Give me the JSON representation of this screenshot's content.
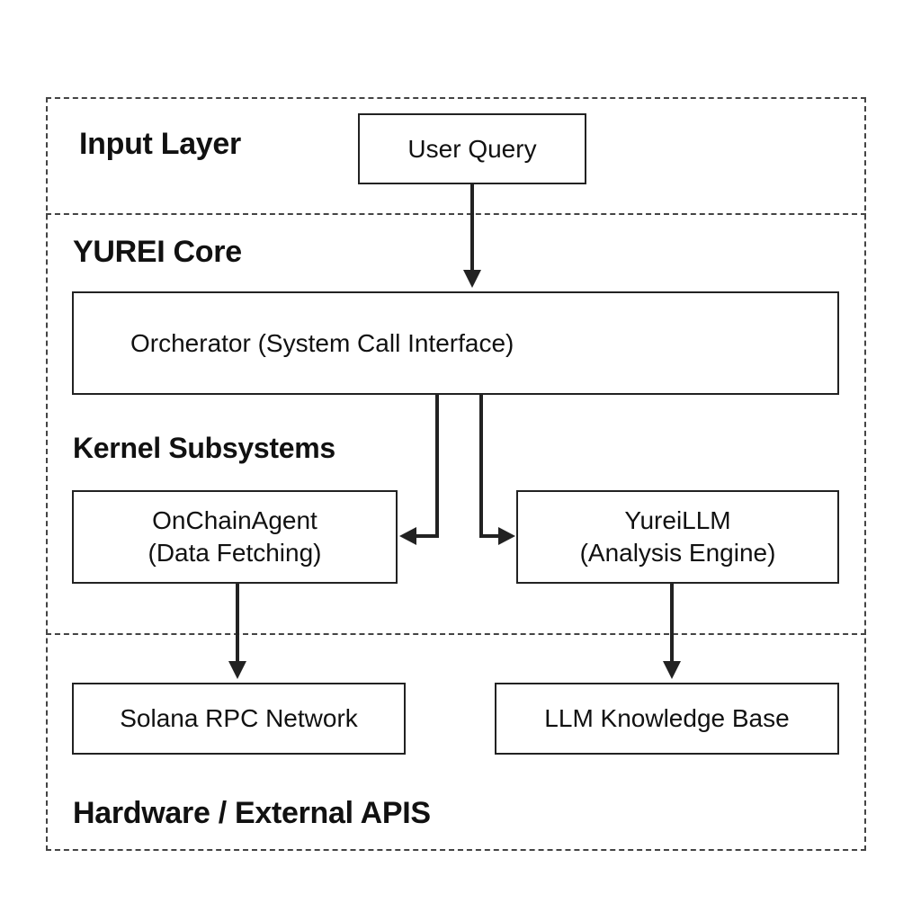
{
  "layers": {
    "input": "Input Layer",
    "core": "YUREI Core",
    "kernel": "Kernel Subsystems",
    "hardware": "Hardware / External APIS"
  },
  "nodes": {
    "user_query": "User Query",
    "orchestrator": "Orcherator (System Call Interface)",
    "onchain_agent": "OnChainAgent\n(Data Fetching)",
    "yurei_llm": "YureiLLM\n(Analysis Engine)",
    "solana_rpc": "Solana RPC Network",
    "llm_kb": "LLM Knowledge Base"
  },
  "colors": {
    "stroke": "#222222",
    "dashed_border": "#444444",
    "background": "#ffffff"
  }
}
